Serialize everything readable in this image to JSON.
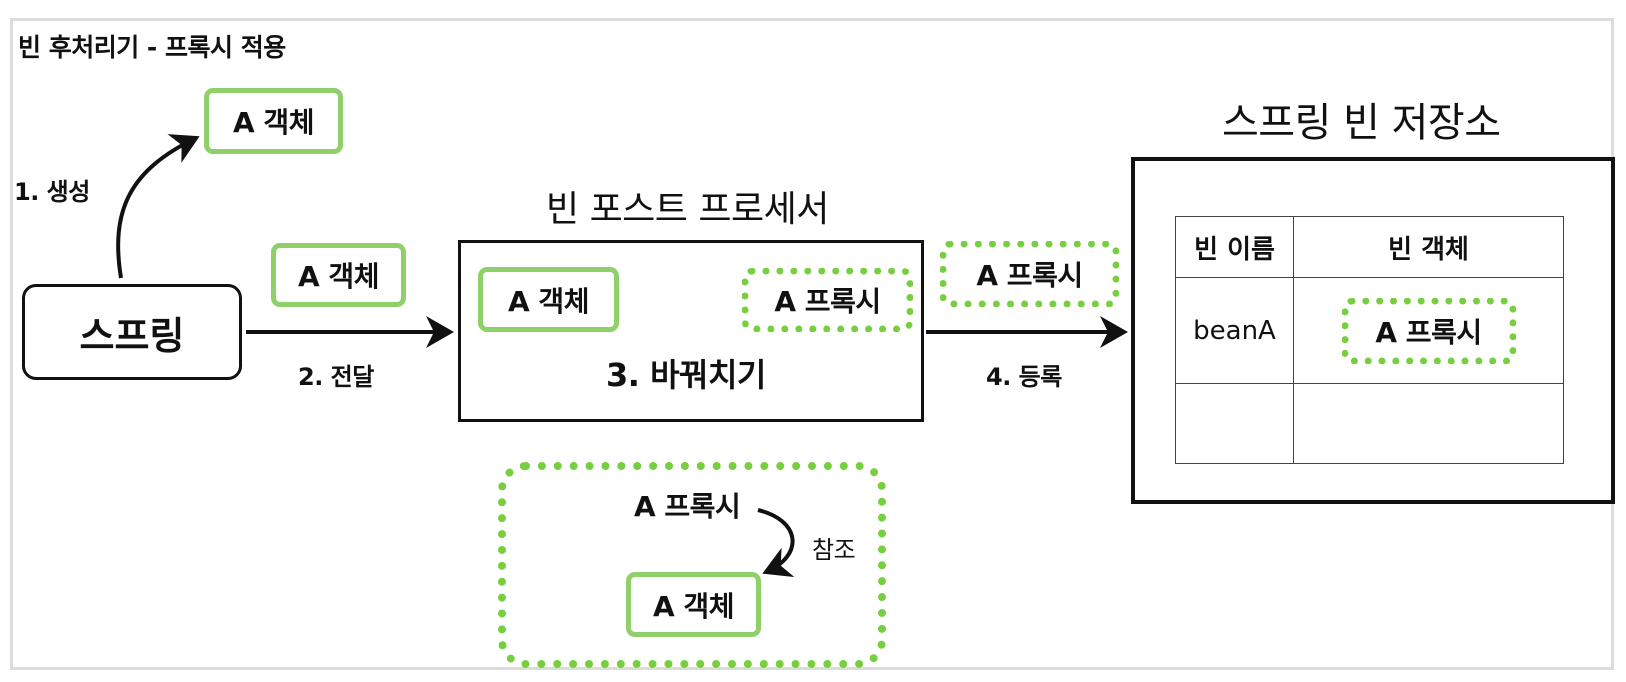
{
  "title": "빈 후처리기 - 프록시 적용",
  "spring_label": "스프링",
  "created_object": "A 객체",
  "step1": "1. 생성",
  "passed_object": "A 객체",
  "step2": "2. 전달",
  "processor": {
    "title": "빈 포스트 프로세서",
    "in_object": "A 객체",
    "out_proxy": "A 프록시",
    "step3": "3. 바꿔치기"
  },
  "registered_proxy": "A 프록시",
  "step4": "4. 등록",
  "container": {
    "title": "스프링 빈 저장소",
    "headers": [
      "빈 이름",
      "빈 객체"
    ],
    "rows": [
      {
        "name": "beanA",
        "object": "A 프록시"
      },
      {
        "name": "",
        "object": ""
      }
    ]
  },
  "reference": {
    "proxy": "A 프록시",
    "label": "참조",
    "target": "A 객체"
  },
  "colors": {
    "green_solid": "#8fd06a",
    "green_dotted": "#77cf3f",
    "line": "#111111"
  }
}
